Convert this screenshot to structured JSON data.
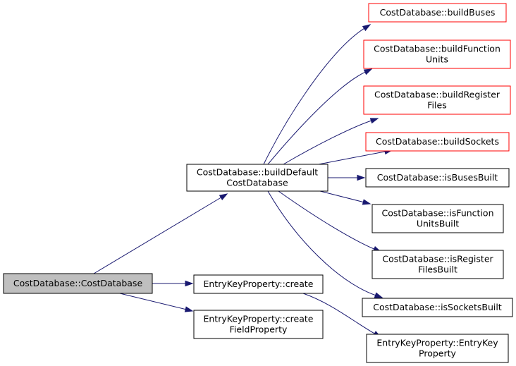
{
  "diagram": {
    "colors": {
      "root_fill": "#bfbfbf",
      "node_fill": "#ffffff",
      "node_border": "#000000",
      "link_missing_border": "#ff0000",
      "edge": "#191970"
    },
    "nodes": [
      {
        "id": "n0",
        "lines": [
          "CostDatabase::CostDatabase"
        ],
        "kind": "root"
      },
      {
        "id": "n1",
        "lines": [
          "CostDatabase::buildDefault",
          "CostDatabase"
        ],
        "kind": "normal"
      },
      {
        "id": "n2",
        "lines": [
          "CostDatabase::buildBuses"
        ],
        "kind": "red"
      },
      {
        "id": "n3",
        "lines": [
          "CostDatabase::buildFunction",
          "Units"
        ],
        "kind": "red"
      },
      {
        "id": "n4",
        "lines": [
          "CostDatabase::buildRegister",
          "Files"
        ],
        "kind": "red"
      },
      {
        "id": "n5",
        "lines": [
          "CostDatabase::buildSockets"
        ],
        "kind": "red"
      },
      {
        "id": "n6",
        "lines": [
          "CostDatabase::isBusesBuilt"
        ],
        "kind": "normal"
      },
      {
        "id": "n7",
        "lines": [
          "CostDatabase::isFunction",
          "UnitsBuilt"
        ],
        "kind": "normal"
      },
      {
        "id": "n8",
        "lines": [
          "CostDatabase::isRegister",
          "FilesBuilt"
        ],
        "kind": "normal"
      },
      {
        "id": "n9",
        "lines": [
          "CostDatabase::isSocketsBuilt"
        ],
        "kind": "normal"
      },
      {
        "id": "n10",
        "lines": [
          "EntryKeyProperty::create"
        ],
        "kind": "normal"
      },
      {
        "id": "n11",
        "lines": [
          "EntryKeyProperty::create",
          "FieldProperty"
        ],
        "kind": "normal"
      },
      {
        "id": "n12",
        "lines": [
          "EntryKeyProperty::EntryKey",
          "Property"
        ],
        "kind": "normal"
      }
    ],
    "edges": [
      {
        "from": "n0",
        "to": "n1"
      },
      {
        "from": "n0",
        "to": "n10"
      },
      {
        "from": "n0",
        "to": "n11"
      },
      {
        "from": "n1",
        "to": "n2"
      },
      {
        "from": "n1",
        "to": "n3"
      },
      {
        "from": "n1",
        "to": "n4"
      },
      {
        "from": "n1",
        "to": "n5"
      },
      {
        "from": "n1",
        "to": "n6"
      },
      {
        "from": "n1",
        "to": "n7"
      },
      {
        "from": "n1",
        "to": "n8"
      },
      {
        "from": "n1",
        "to": "n9"
      },
      {
        "from": "n10",
        "to": "n12"
      }
    ]
  }
}
